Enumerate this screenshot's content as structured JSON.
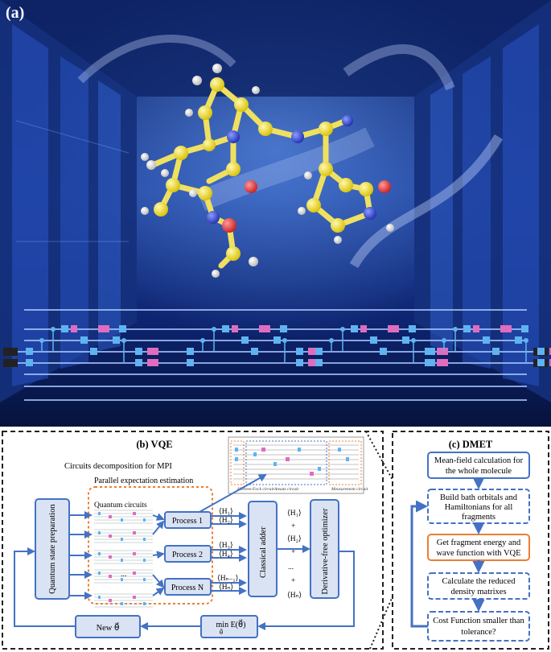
{
  "panel_a": {
    "label": "(a)"
  },
  "panel_b": {
    "title": "(b) VQE",
    "mpi_label": "Circuits decomposition for MPI",
    "parallel_label": "Parallel expectation estimation",
    "quantum_circuits_label": "Quantum circuits",
    "ellipsis": "...",
    "state_prep_label": "Quantum state preparation",
    "processes": [
      "Process 1",
      "Process 2",
      "Process N"
    ],
    "hamiltonian_terms": [
      "⟨H₁⟩",
      "⟨H₂⟩",
      "⟨H₃⟩",
      "⟨H₄⟩",
      "⟨Hₙ₋₁⟩",
      "⟨Hₙ⟩"
    ],
    "adder_label": "Classical adder",
    "sum_terms": [
      "⟨H₁⟩",
      "+",
      "⟨H₂⟩",
      "+",
      "...",
      "+",
      "⟨Hₙ⟩"
    ],
    "optimizer_label": "Derivative-free optimizer",
    "new_theta_label": "New θ⃗",
    "min_label": "min E(θ⃗)",
    "min_sub": "θ⃗",
    "inset_labels": [
      "Hartree-Fock circuit",
      "Ansatz circuit",
      "Measurement circuit"
    ]
  },
  "panel_c": {
    "title": "(c) DMET",
    "steps": [
      [
        "Mean-field calculation for",
        "the whole molecule"
      ],
      [
        "Build bath orbitals and",
        "Hamiltonians for all",
        "fragments"
      ],
      [
        "Get fragment energy and",
        "wave function with VQE"
      ],
      [
        "Calculate the reduced",
        "density matrixes"
      ],
      [
        "Cost Function smaller than",
        "tolerance?"
      ]
    ]
  },
  "colors": {
    "accent_blue": "#4472c4",
    "box_fill": "#dae3f3",
    "highlight_orange": "#ed7d31",
    "dark_bg": "#0a1a4a"
  }
}
